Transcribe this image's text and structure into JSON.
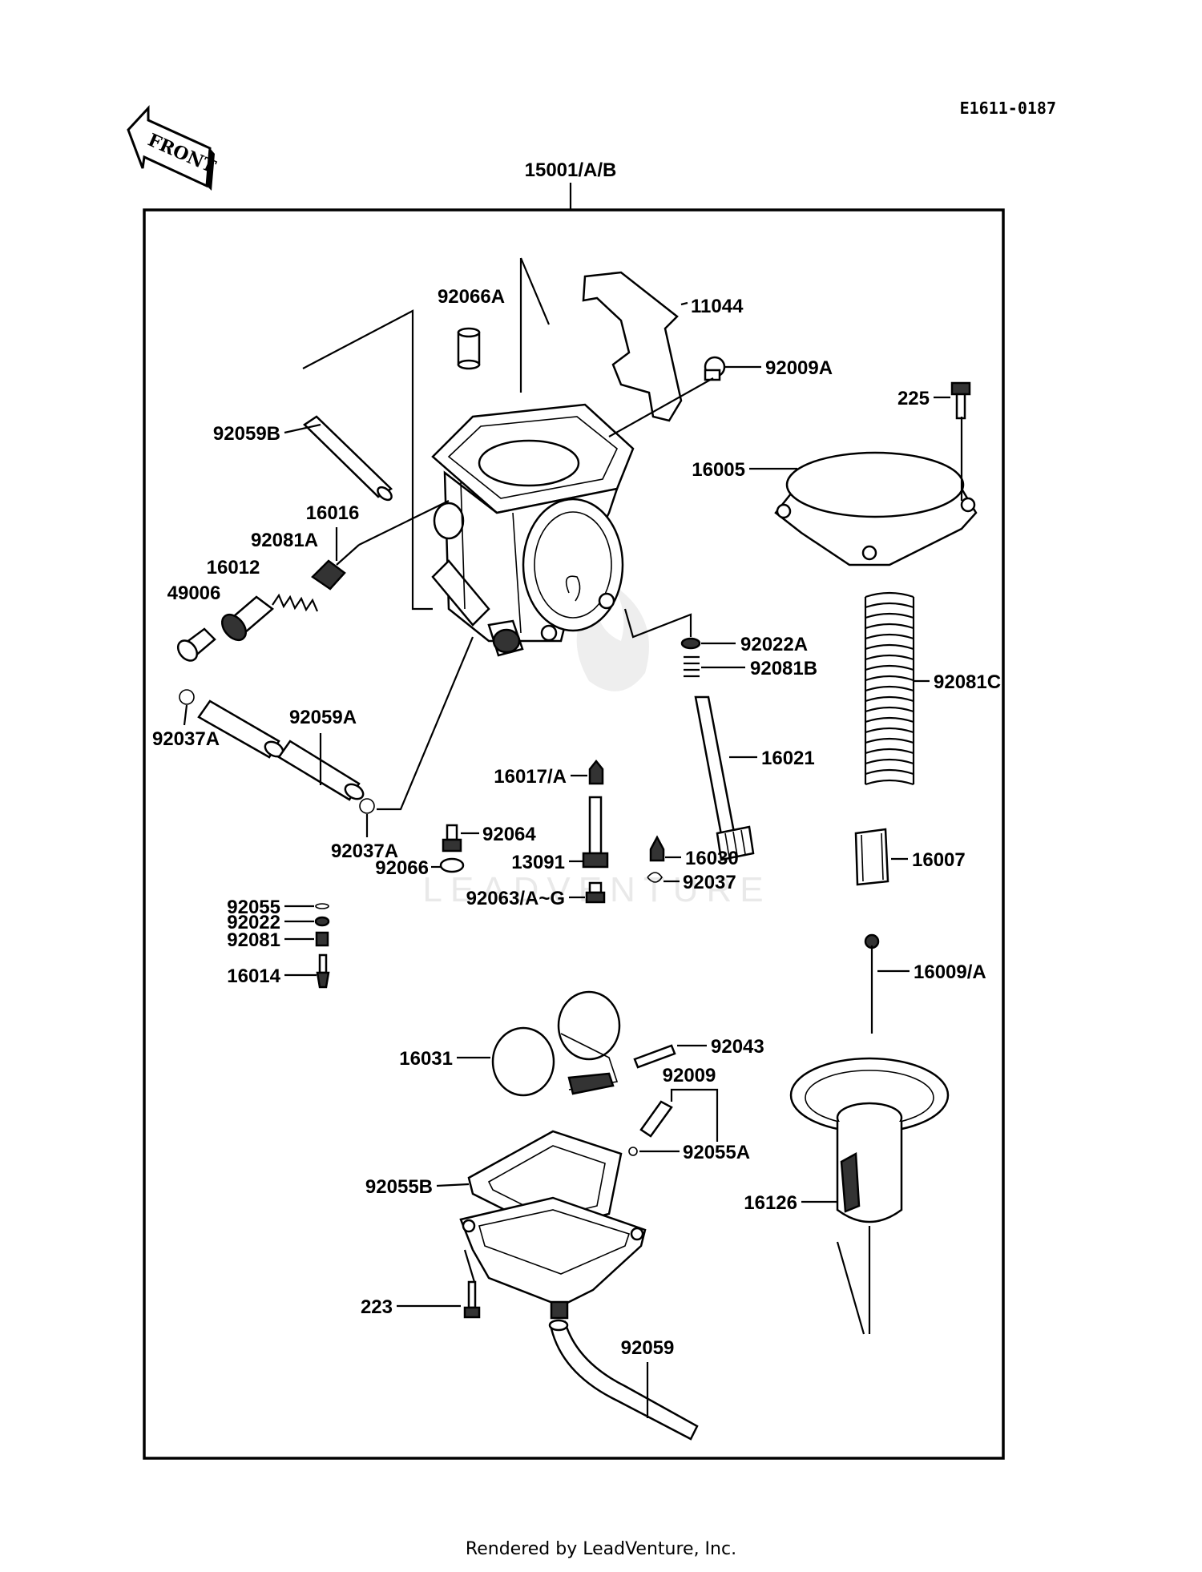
{
  "diagram_code": "E1611-0187",
  "front_label": "FRONT",
  "assembly_label": "15001/A/B",
  "watermark": "LEADVENTURE",
  "footer": "Rendered by LeadVenture, Inc.",
  "parts": {
    "p92066A": "92066A",
    "p11044": "11044",
    "p92009A": "92009A",
    "p225": "225",
    "p92059B": "92059B",
    "p16005": "16005",
    "p16016": "16016",
    "p92081A": "92081A",
    "p16012": "16012",
    "p49006": "49006",
    "p92022A": "92022A",
    "p92081B": "92081B",
    "p92081C": "92081C",
    "p92059A": "92059A",
    "p92037A_top": "92037A",
    "p16021": "16021",
    "p16017A": "16017/A",
    "p92064": "92064",
    "p92037A_bottom": "92037A",
    "p13091": "13091",
    "p16030": "16030",
    "p16007": "16007",
    "p92066": "92066",
    "p92037": "92037",
    "p92063AG": "92063/A~G",
    "p92055": "92055",
    "p92022": "92022",
    "p92081": "92081",
    "p16014": "16014",
    "p16009A": "16009/A",
    "p92043": "92043",
    "p16031": "16031",
    "p92009": "92009",
    "p92055A": "92055A",
    "p92055B": "92055B",
    "p16126": "16126",
    "p223": "223",
    "p92059": "92059"
  }
}
